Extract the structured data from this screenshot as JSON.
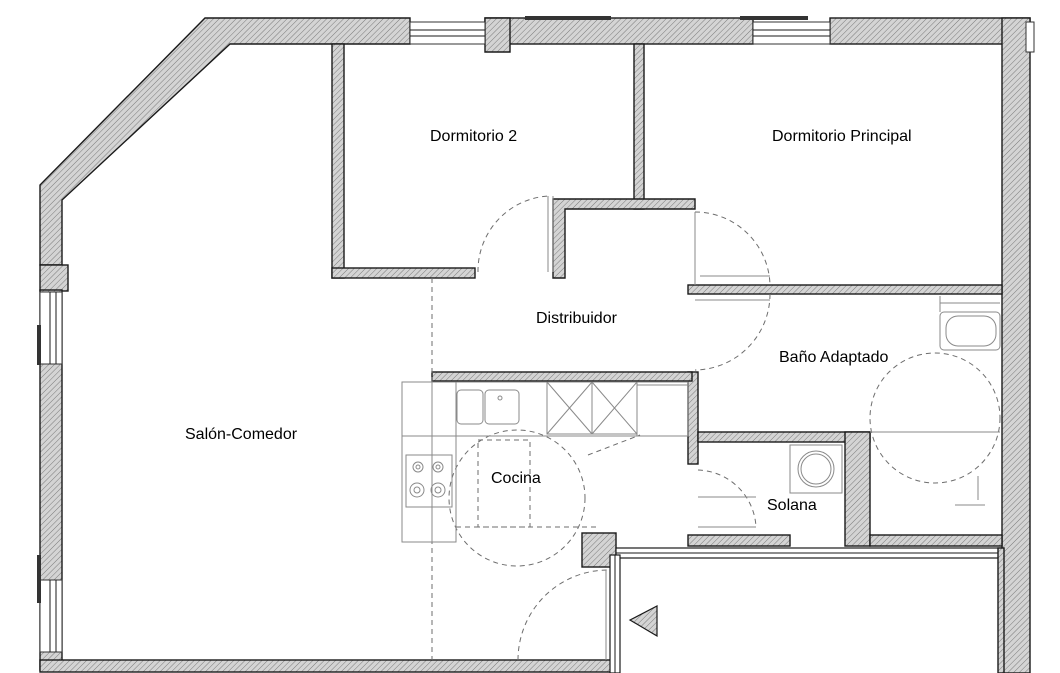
{
  "rooms": {
    "dormitorio_2": "Dormitorio 2",
    "dormitorio_principal": "Dormitorio Principal",
    "distribuidor": "Distribuidor",
    "bano_adaptado": "Baño Adaptado",
    "salon_comedor": "Salón-Comedor",
    "cocina": "Cocina",
    "solana": "Solana"
  },
  "colors": {
    "wall_fill": "#c8c8c8",
    "line": "#1a1a1a",
    "fixture": "#8a8a8a",
    "background": "#ffffff"
  },
  "icons": {
    "entrance": "triangle-left-icon"
  }
}
